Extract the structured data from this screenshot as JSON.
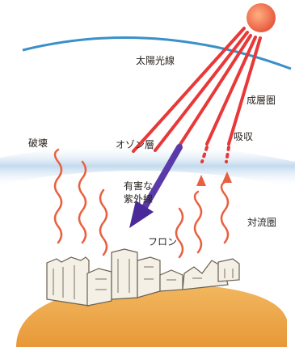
{
  "labels": {
    "sunlight": "太陽光線",
    "stratosphere": "成層圏",
    "destruction": "破壊",
    "ozone_layer": "オゾン層",
    "absorption": "吸収",
    "harmful": "有害な",
    "uv": "紫外線",
    "troposphere": "対流圏",
    "freon": "フロン"
  },
  "colors": {
    "sun": "#f07050",
    "sun_ray": "#e84040",
    "uv_arrow": "#5a3aa8",
    "atmosphere_line": "#3a90c8",
    "ozone_band": "#c8dcec",
    "freon_wave": "#e86040",
    "ground": "#e8a040",
    "buildings": "#f4f0e8"
  }
}
